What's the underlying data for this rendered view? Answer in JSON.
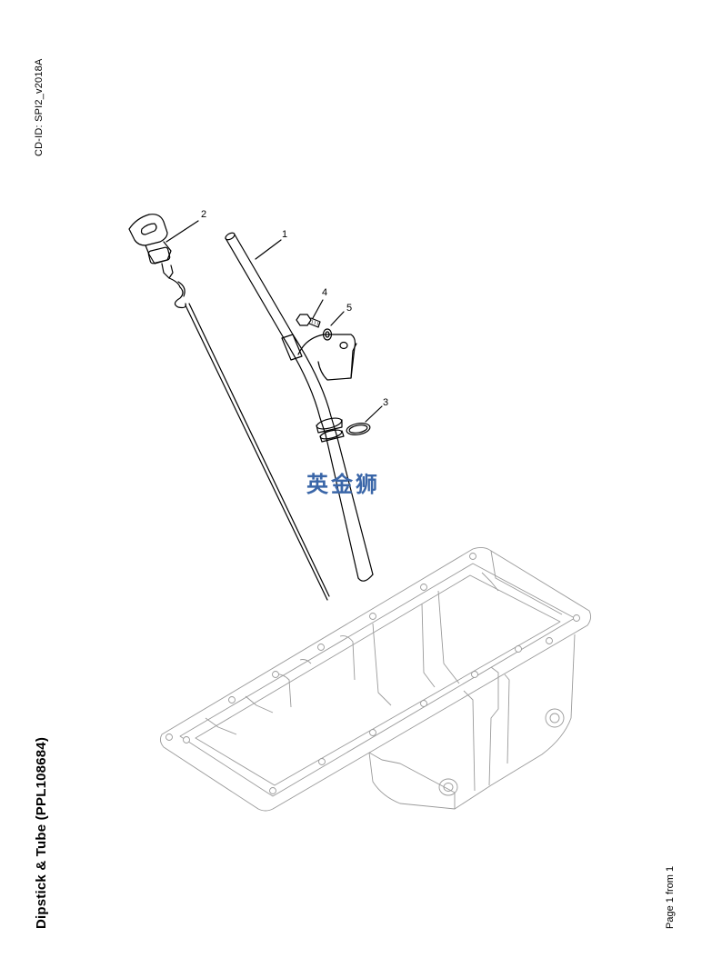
{
  "header": {
    "cd_id": "CD-ID: SPI2_v2018A"
  },
  "footer": {
    "title": "Dipstick & Tube (PPL108684)",
    "page": "Page 1 from 1"
  },
  "callouts": [
    {
      "number": "1",
      "part": "tube"
    },
    {
      "number": "2",
      "part": "dipstick"
    },
    {
      "number": "3",
      "part": "o-ring"
    },
    {
      "number": "4",
      "part": "bolt"
    },
    {
      "number": "5",
      "part": "washer"
    }
  ],
  "watermark": "英金狮",
  "colors": {
    "watermark": "#3a66a8",
    "pan_lines": "#9a9a9a"
  },
  "icons": [
    "dipstick-handle-icon",
    "dipstick-tube-icon",
    "oil-pan-icon"
  ]
}
